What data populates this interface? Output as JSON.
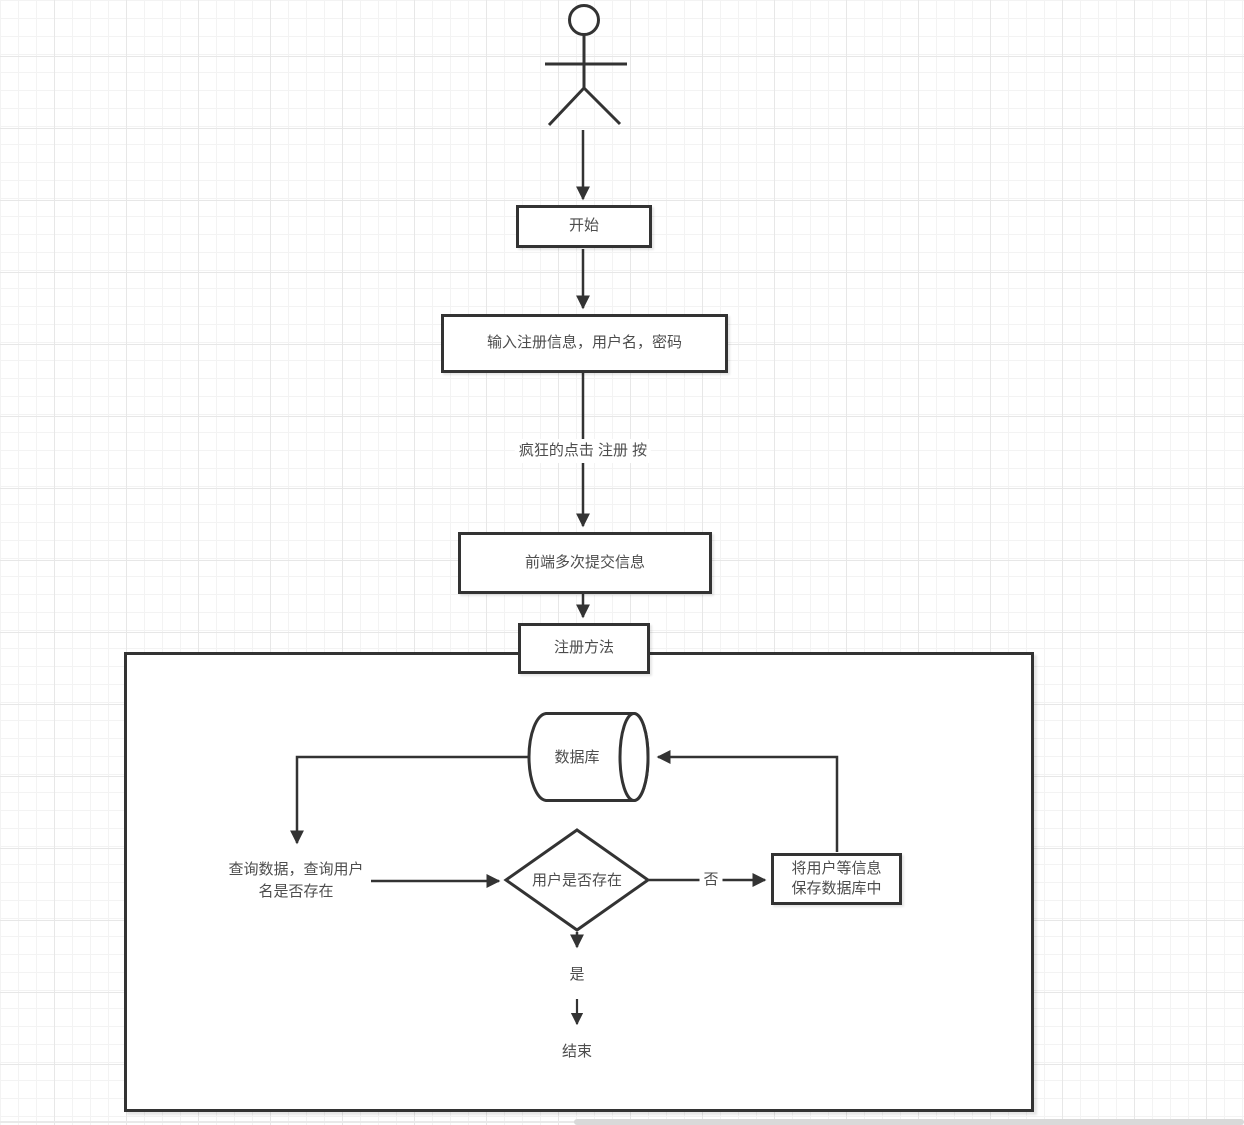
{
  "colors": {
    "stroke": "#333333",
    "text": "#4d4d4d",
    "grid-minor": "#f3f3f3",
    "grid-major": "#e7e7e7"
  },
  "diagram": {
    "nodes": {
      "actor": {
        "icon": "stick-figure-actor-icon"
      },
      "start": {
        "label": "开始"
      },
      "input": {
        "label": "输入注册信息，用户名，密码"
      },
      "crazy_click": {
        "label": "疯狂的点击 注册 按"
      },
      "frontend": {
        "label": "前端多次提交信息"
      },
      "register_method": {
        "label": "注册方法"
      },
      "database": {
        "label": "数据库"
      },
      "query": {
        "label": "查询数据，查询用户\n名是否存在"
      },
      "exists_decision": {
        "label": "用户是否存在"
      },
      "save": {
        "label": "将用户等信息\n保存数据库中"
      },
      "end": {
        "label": "结束"
      }
    },
    "edge_labels": {
      "no": {
        "label": "否"
      },
      "yes": {
        "label": "是"
      }
    }
  }
}
